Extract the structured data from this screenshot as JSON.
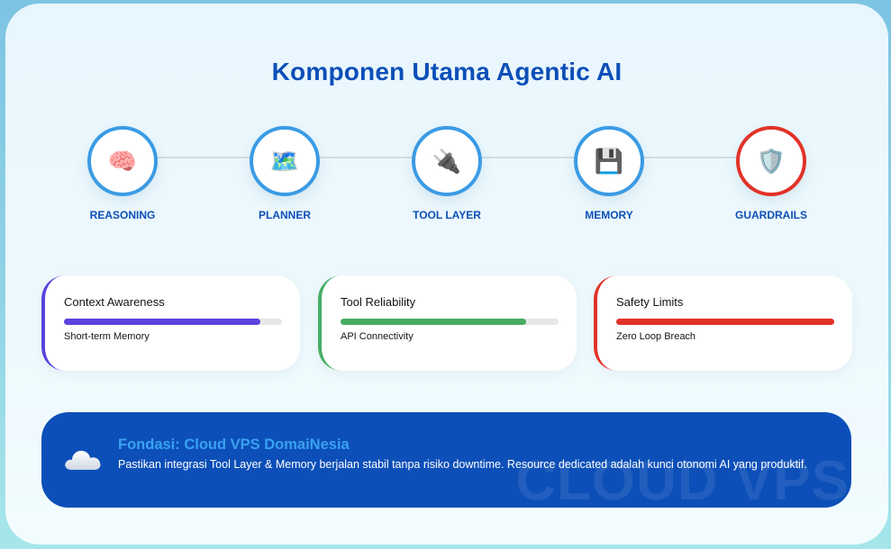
{
  "title": "Komponen Utama Agentic AI",
  "components": [
    {
      "label": "REASONING",
      "icon": "brain-icon",
      "glyph": "🧠",
      "border_color": "#3a9be4"
    },
    {
      "label": "PLANNER",
      "icon": "world-map-icon",
      "glyph": "🗺️",
      "border_color": "#3a9be4"
    },
    {
      "label": "TOOL LAYER",
      "icon": "plug-icon",
      "glyph": "🔌",
      "border_color": "#3a9be4"
    },
    {
      "label": "MEMORY",
      "icon": "floppy-disk-icon",
      "glyph": "💾",
      "border_color": "#3a9be4"
    },
    {
      "label": "GUARDRAILS",
      "icon": "shield-icon",
      "glyph": "🛡️",
      "border_color": "#e23227"
    }
  ],
  "metrics": [
    {
      "title": "Context Awareness",
      "subtitle": "Short-term Memory",
      "percent": 90,
      "color": "#5a42df"
    },
    {
      "title": "Tool Reliability",
      "subtitle": "API Connectivity",
      "percent": 85,
      "color": "#46ad64"
    },
    {
      "title": "Safety Limits",
      "subtitle": "Zero Loop Breach",
      "percent": 100,
      "color": "#e23227"
    }
  ],
  "banner": {
    "icon": "cloud-icon",
    "title": "Fondasi: Cloud VPS DomaiNesia",
    "text": "Pastikan integrasi Tool Layer & Memory berjalan stabil tanpa risiko downtime. Resource dedicated adalah kunci otonomi AI yang produktif.",
    "watermark": "CLOUD VPS",
    "background": "#0c4fb8",
    "title_color": "#3aa2ef"
  }
}
